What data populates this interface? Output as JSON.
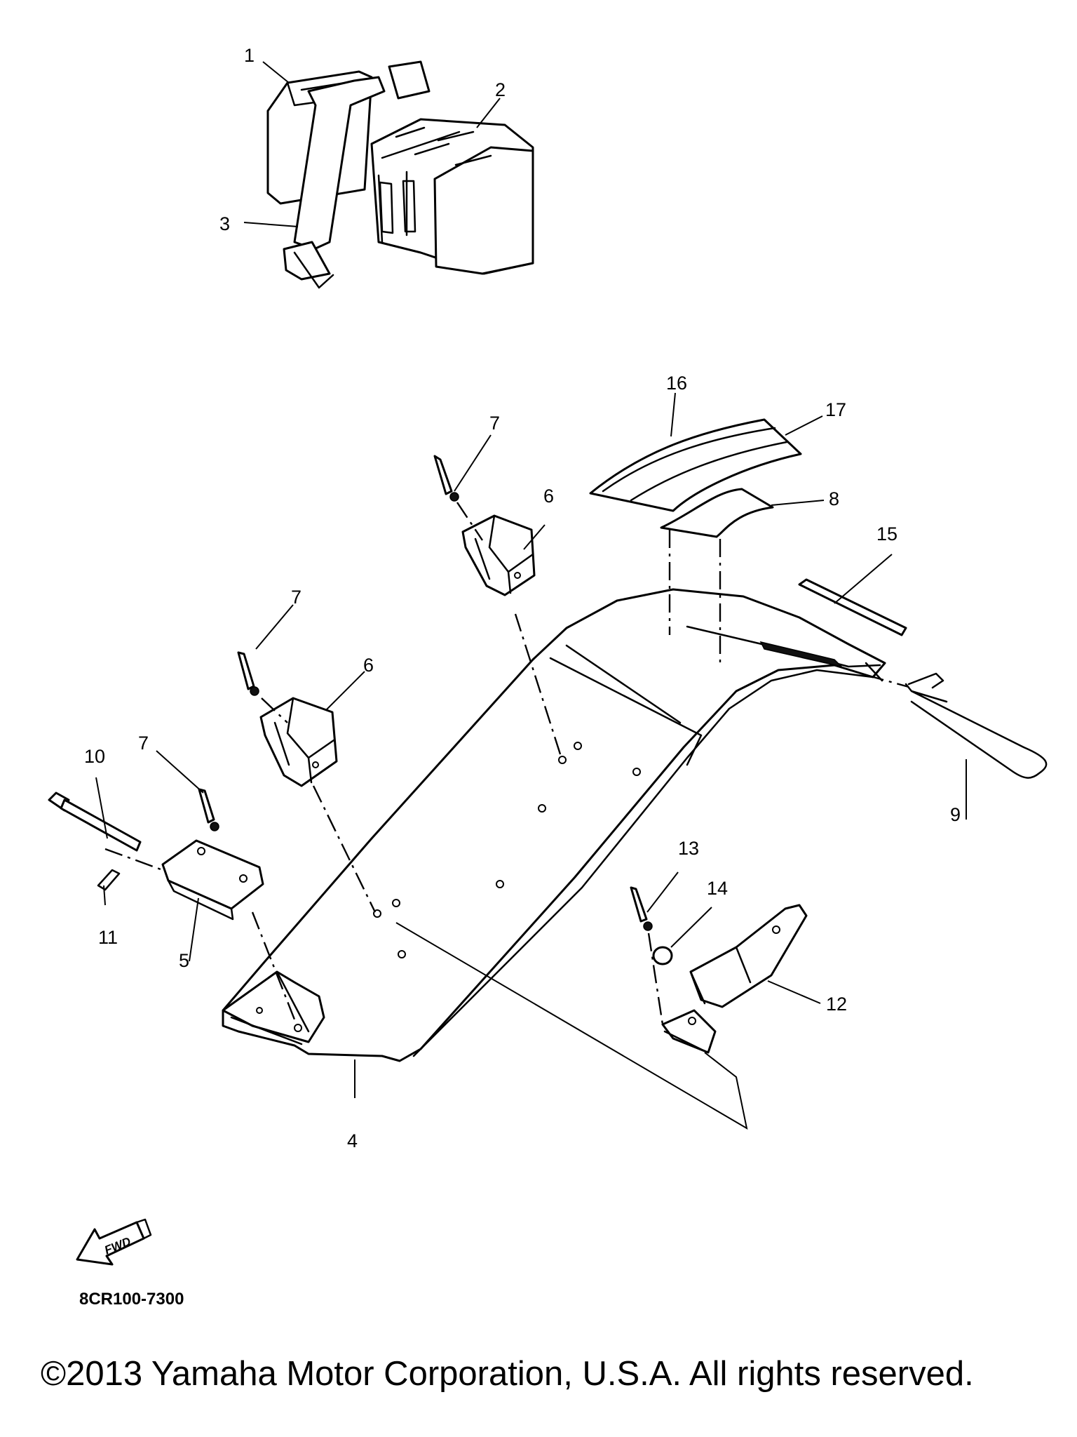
{
  "diagram": {
    "callouts": {
      "c1": "1",
      "c2": "2",
      "c3": "3",
      "c4": "4",
      "c5": "5",
      "c6a": "6",
      "c6b": "6",
      "c7a": "7",
      "c7b": "7",
      "c7c": "7",
      "c8": "8",
      "c9": "9",
      "c10": "10",
      "c11": "11",
      "c12": "12",
      "c13": "13",
      "c14": "14",
      "c15": "15",
      "c16": "16",
      "c17": "17"
    },
    "fwd_label": "FWD",
    "code": "8CR100-7300"
  },
  "footer": {
    "copyright": "©2013 Yamaha Motor Corporation, U.S.A. All rights reserved."
  }
}
